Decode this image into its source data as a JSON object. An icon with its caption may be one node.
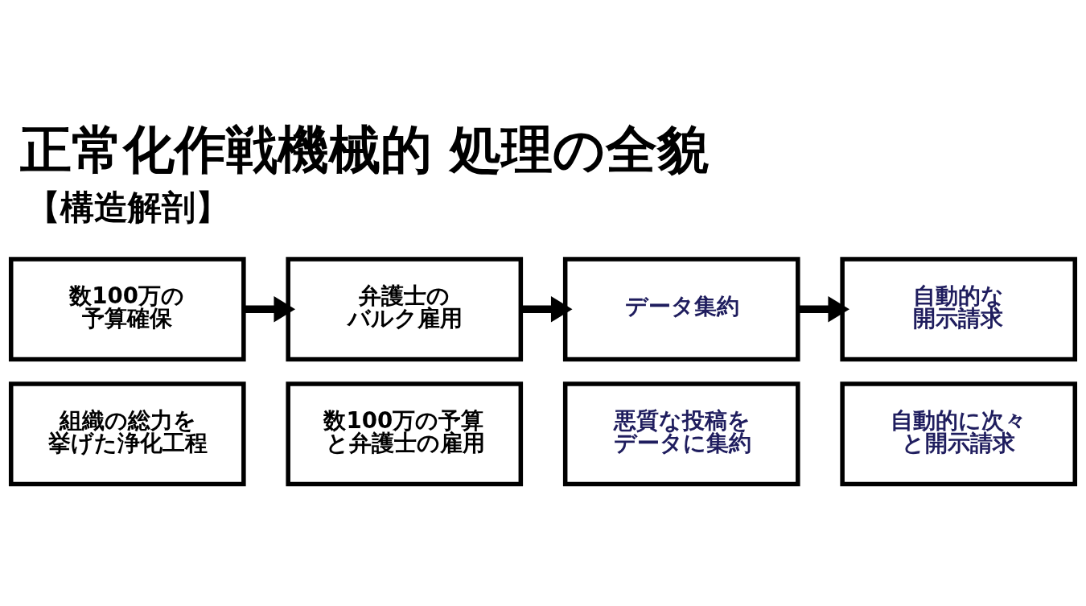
{
  "diagram": {
    "title": "正常化作戦機械的 処理の全貌",
    "nodes": [
      {
        "text": [
          "数100万の予算確保"
        ]
      },
      {
        "text": [
          "弁護士のバルク雇用"
        ]
      },
      {
        "text": [
          "データ集約"
        ]
      },
      {
        "text": [
          "自動的な開示請求"
        ]
      },
      {
        "text": [
          "組織の総力を挙げた浄化工程"
        ]
      },
      {
        "text": [
          "数100万の予算と弁護士の雇用"
        ]
      },
      {
        "text": [
          "悪質な投稿をデータに集約"
        ]
      },
      {
        "text": [
          "自動的に次々と開示請求"
        ]
      }
    ],
    "edges": [
      {
        "from": 0,
        "to": 1,
        "arrow": "to"
      },
      {
        "from": 1,
        "to": 2,
        "arrow": "to"
      },
      {
        "from": 2,
        "to": 3,
        "arrow": "to"
      }
    ],
    "labels": [
      "【構造解剖】"
    ]
  }
}
